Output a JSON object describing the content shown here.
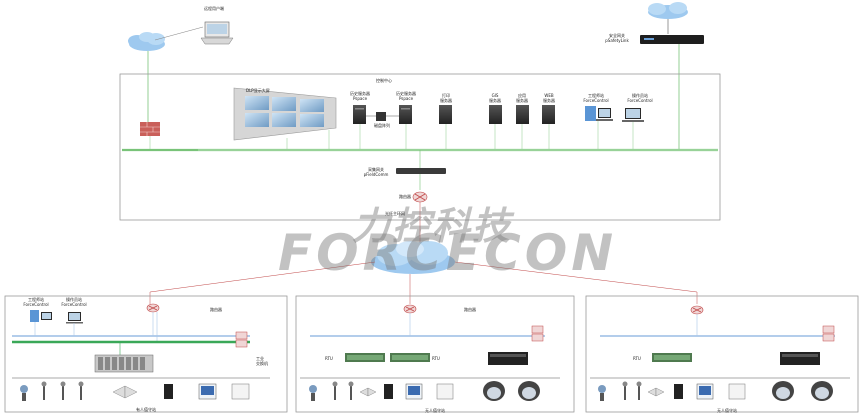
{
  "internet": {
    "user_label": "远程用户端"
  },
  "security_gateway": {
    "line1": "安全网关",
    "line2": "pSafetyLink"
  },
  "control_center": {
    "title": "控制中心",
    "dlp_label": "DLP显示大屏",
    "historian1": {
      "line1": "历史服务器",
      "line2": "Pspace"
    },
    "historian2": {
      "line1": "历史服务器",
      "line2": "Pspace"
    },
    "disk_array": "磁盘阵列",
    "print_server": {
      "line1": "打印",
      "line2": "服务器"
    },
    "gis_server": {
      "line1": "GIS",
      "line2": "服务器"
    },
    "app_server": {
      "line1": "应用",
      "line2": "服务器"
    },
    "web_server": {
      "line1": "WEB",
      "line2": "服务器"
    },
    "engineer_station": {
      "line1": "工程师站",
      "line2": "ForceControl"
    },
    "operator_station": {
      "line1": "操作员站",
      "line2": "ForceControl"
    },
    "comm_gateway": {
      "line1": "采集网关",
      "line2": "pFieldComm"
    },
    "router": "路由器",
    "ring_label": "光纤主环网"
  },
  "watermark": {
    "cn": "力控科技",
    "en": "FORCECON"
  },
  "stations": [
    {
      "router": "路由器",
      "engineer_station": {
        "line1": "工程师站",
        "line2": "ForceControl"
      },
      "operator_station": {
        "line1": "操作员站",
        "line2": "ForceControl"
      },
      "switch": {
        "line1": "工业",
        "line2": "交换机"
      },
      "caption": "有人值守站"
    },
    {
      "router": "路由器",
      "rtu1": "RTU",
      "rtu2": "RTU",
      "caption": "无人值守站"
    },
    {
      "rtu1": "RTU",
      "caption": "无人值守站"
    }
  ],
  "colors": {
    "ring_green": "#79c379",
    "field_bus_blue": "#a8c6e8",
    "cloud_blue": "#9ec9ef",
    "frame_gray": "#9a9a9a"
  }
}
